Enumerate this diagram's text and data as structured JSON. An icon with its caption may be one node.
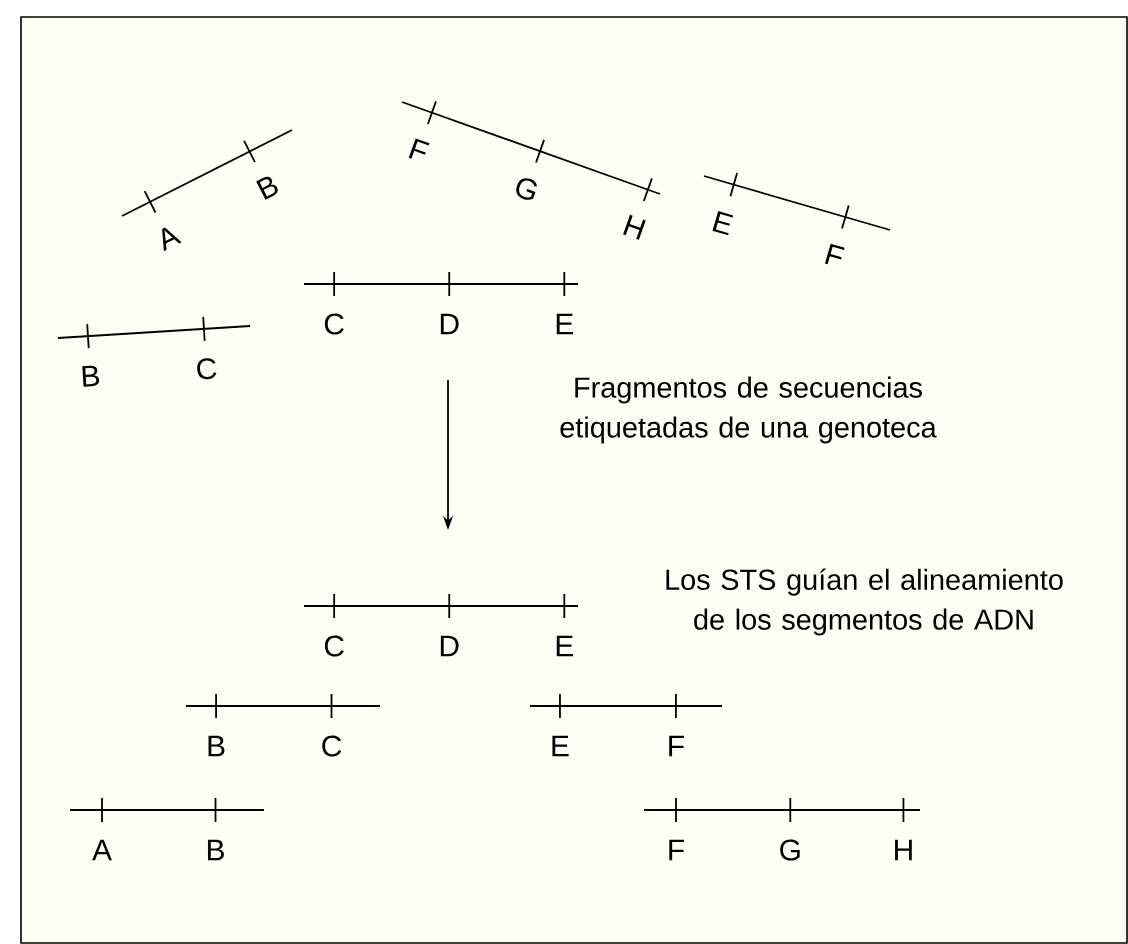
{
  "diagram": {
    "labels": [
      "A",
      "B",
      "F",
      "G",
      "H",
      "E",
      "F",
      "B",
      "C",
      "C",
      "D",
      "E",
      "Fragmentos de secuencias etiquetadas de una genoteca",
      "Los STS guían el alineamiento de los segmentos de ADN",
      "C",
      "D",
      "E",
      "B",
      "C",
      "E",
      "F",
      "A",
      "B",
      "F",
      "G",
      "H"
    ]
  }
}
